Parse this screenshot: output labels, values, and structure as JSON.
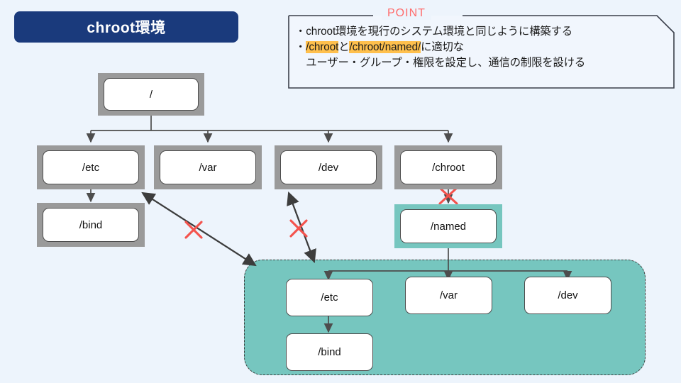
{
  "meta": {
    "background_color": "#edf4fc",
    "navy": "#1a3a7c",
    "gray_shadow": "#9a9a9a",
    "teal": "#76c6bf",
    "highlight": "#ffc04d",
    "point_red": "#ff6b6b",
    "line_color": "#4d4d4d",
    "cross_red": "#f4534d"
  },
  "title": {
    "label": "chroot環境"
  },
  "point_box": {
    "label": "POINT",
    "lines": [
      {
        "id": "line1",
        "segments": [
          {
            "text": "・chroot環境を現行のシステム環境と同じように構築する",
            "highlight": false
          }
        ]
      },
      {
        "id": "line2",
        "segments": [
          {
            "text": "・",
            "highlight": false
          },
          {
            "text": "/chroot",
            "highlight": true
          },
          {
            "text": "と",
            "highlight": false
          },
          {
            "text": "/chroot/named/",
            "highlight": true
          },
          {
            "text": "に適切な",
            "highlight": false
          }
        ]
      },
      {
        "id": "line3",
        "segments": [
          {
            "text": "　ユーザー・グループ・権限を設定し、通信の制限を設ける",
            "highlight": false
          }
        ]
      }
    ]
  },
  "host_tree": {
    "root": {
      "label": "/"
    },
    "children": [
      {
        "label": "/etc"
      },
      {
        "label": "/var"
      },
      {
        "label": "/dev"
      },
      {
        "label": "/chroot"
      }
    ],
    "etc_child": {
      "label": "/bind"
    },
    "named": {
      "label": "/named"
    }
  },
  "chroot_tree": {
    "children": [
      {
        "label": "/etc"
      },
      {
        "label": "/var"
      },
      {
        "label": "/dev"
      }
    ],
    "etc_child": {
      "label": "/bind"
    }
  },
  "blocked_links": [
    {
      "id": "etc-to-chroot-zone",
      "marker": "red-x"
    },
    {
      "id": "dev-to-chroot-zone",
      "marker": "red-x"
    },
    {
      "id": "chroot-to-named",
      "marker": "red-x"
    }
  ]
}
